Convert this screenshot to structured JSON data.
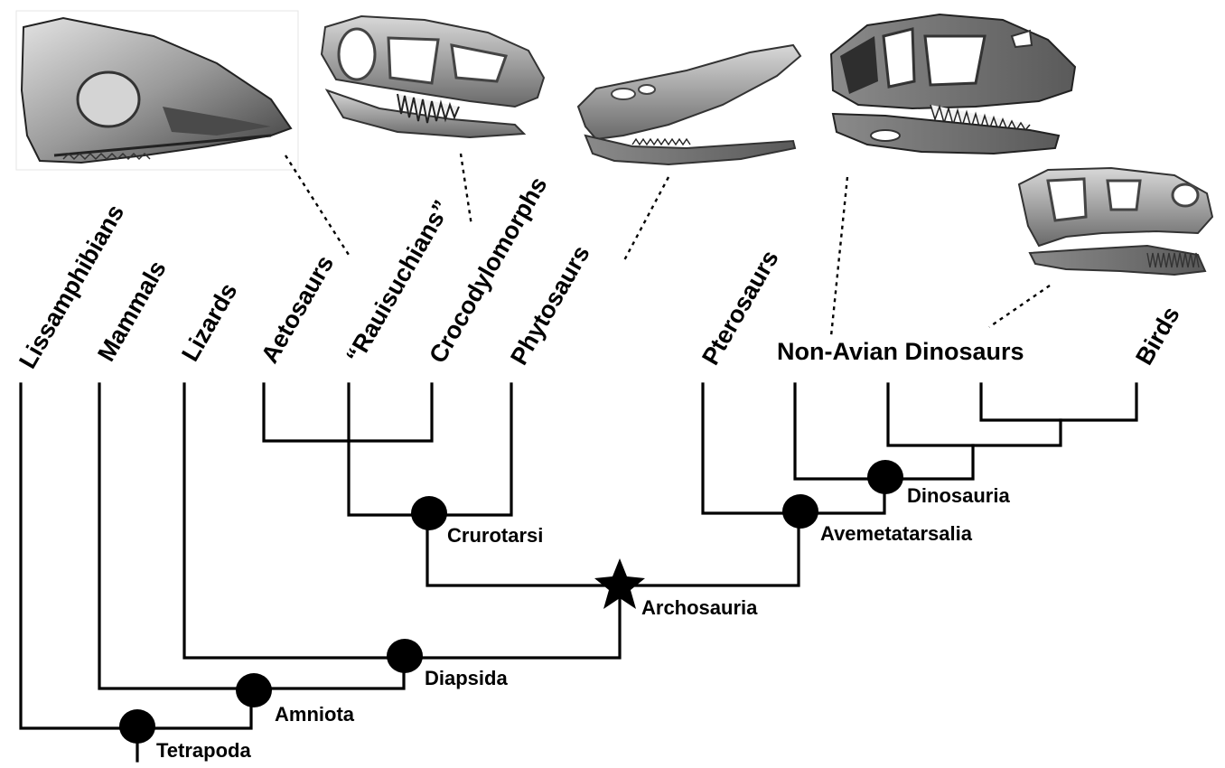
{
  "taxa": {
    "lissamphibians": "Lissamphibians",
    "mammals": "Mammals",
    "lizards": "Lizards",
    "aetosaurs": "Aetosaurs",
    "rauisuchians": "“Rauisuchians”",
    "crocodylomorphs": "Crocodylomorphs",
    "phytosaurs": "Phytosaurs",
    "pterosaurs": "Pterosaurs",
    "non_avian_dinosaurs": "Non-Avian Dinosaurs",
    "birds": "Birds"
  },
  "clades": {
    "tetrapoda": "Tetrapoda",
    "amniota": "Amniota",
    "diapsida": "Diapsida",
    "archosauria": "Archosauria",
    "crurotarsi": "Crurotarsi",
    "avemetatarsalia": "Avemetatarsalia",
    "dinosauria": "Dinosauria"
  },
  "node_markers": {
    "clade_node": "filled-circle",
    "archosauria_node": "filled-star"
  },
  "skull_images": [
    "lissamphibian-skull",
    "rauisuchian-skull",
    "crocodylomorph-skull",
    "phytosaur-skull",
    "non-avian-dinosaur-skull",
    "bird-skull"
  ],
  "colors": {
    "ink": "#000000",
    "background": "#ffffff",
    "bone_light": "#c9c9c9",
    "bone_dark": "#5a5a5a"
  }
}
